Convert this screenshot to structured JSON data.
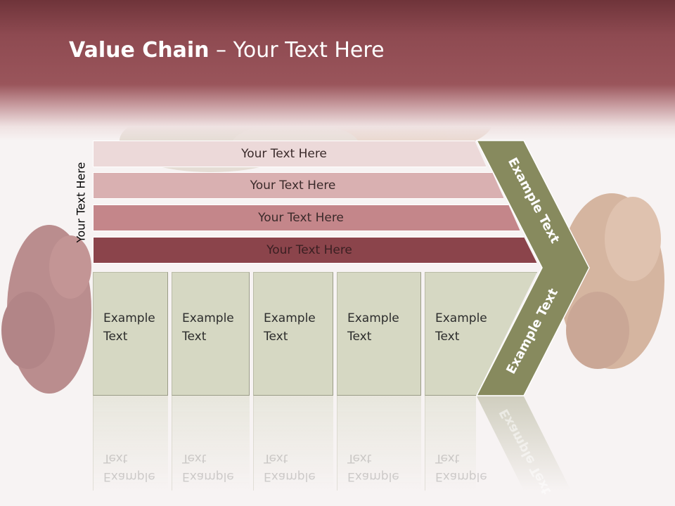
{
  "title": {
    "bold": "Value Chain",
    "rest": " – Your Text Here"
  },
  "side_label": "Your Text Here",
  "bars": [
    {
      "label": "Your Text Here",
      "color": "#ecd9d9"
    },
    {
      "label": "Your Text Here",
      "color": "#d9b0b1"
    },
    {
      "label": "Your Text Here",
      "color": "#c4868a"
    },
    {
      "label": "Your Text Here",
      "color": "#8b444b"
    }
  ],
  "boxes": [
    {
      "line1": "Example",
      "line2": "Text"
    },
    {
      "line1": "Example",
      "line2": "Text"
    },
    {
      "line1": "Example",
      "line2": "Text"
    },
    {
      "line1": "Example",
      "line2": "Text"
    },
    {
      "line1": "Example",
      "line2": "Text"
    }
  ],
  "chevron": {
    "upper_label": "Example Text",
    "lower_label": "Example Text",
    "color": "#878a5e"
  },
  "colors": {
    "header": "#8e4a51",
    "box": "#d6d8c3",
    "text_white": "#ffffff"
  }
}
